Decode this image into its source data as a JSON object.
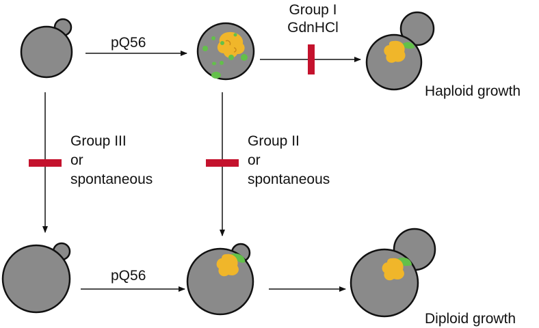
{
  "colors": {
    "cell_fill": "#8a8a8a",
    "cell_stroke": "#111111",
    "aggregate": "#f0b62a",
    "green": "#63c04a",
    "block_bar": "#c4122d",
    "arrow": "#111111"
  },
  "labels": {
    "pq56_top": "pQ56",
    "pq56_bottom": "pQ56",
    "group1_line1": "Group I",
    "group1_line2": "GdnHCl",
    "group2_line1": "Group II",
    "group2_line2": "or",
    "group2_line3": "spontaneous",
    "group3_line1": "Group III",
    "group3_line2": "or",
    "group3_line3": "spontaneous",
    "haploid_growth": "Haploid growth",
    "diploid_growth": "Diploid growth"
  }
}
